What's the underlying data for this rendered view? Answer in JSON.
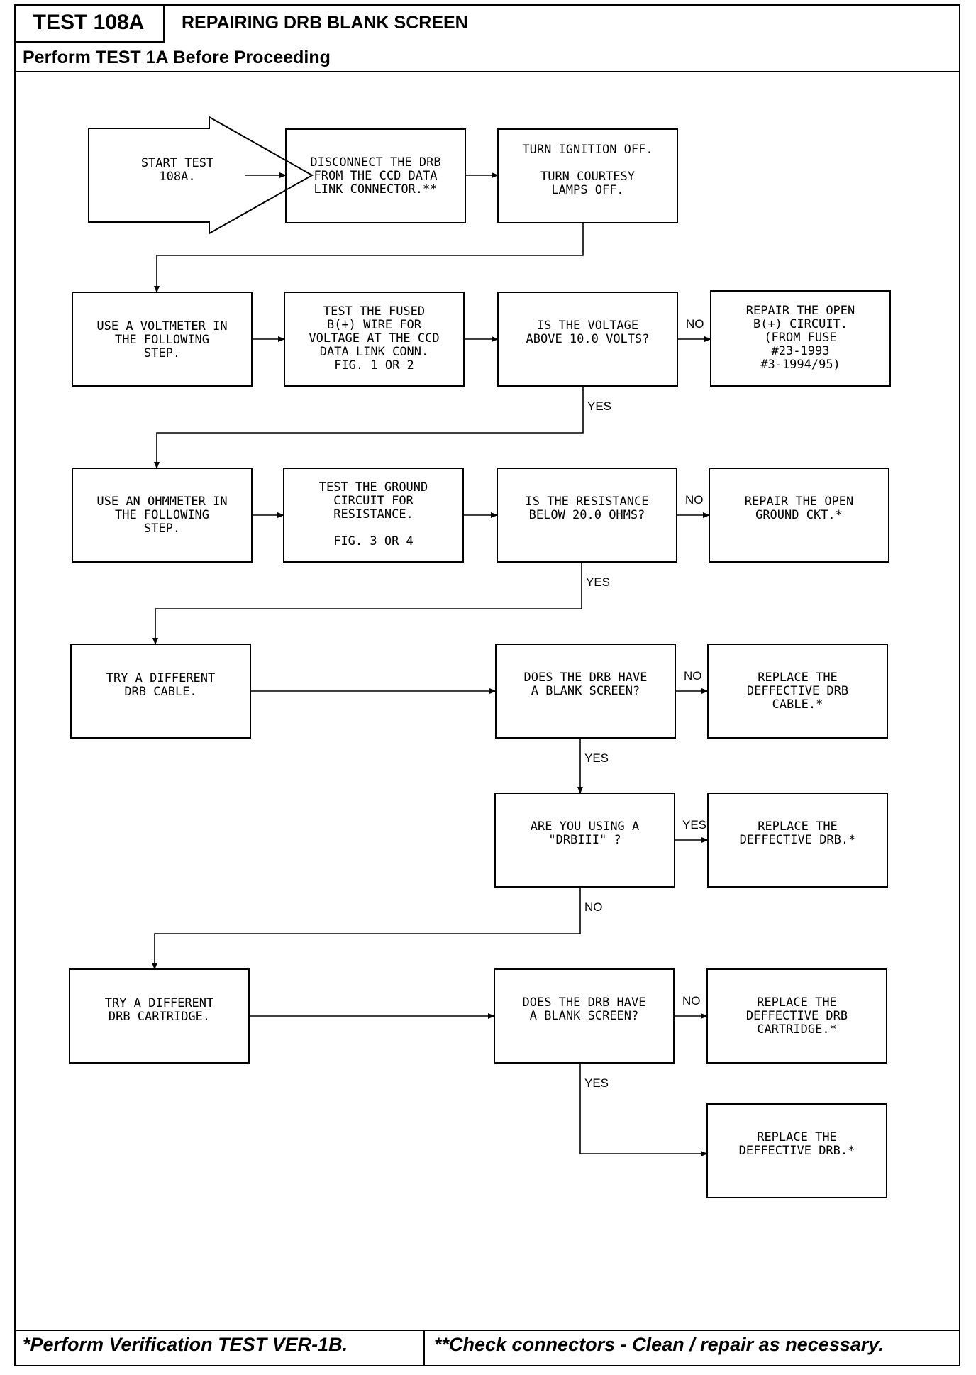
{
  "header": {
    "test_id": "TEST 108A",
    "title": "REPAIRING DRB BLANK SCREEN",
    "subtitle": "Perform TEST 1A Before Proceeding"
  },
  "footer": {
    "left": "*Perform Verification TEST VER-1B.",
    "right": "**Check connectors - Clean / repair as necessary."
  },
  "nodes": {
    "start": [
      "START TEST",
      "108A."
    ],
    "disconnect": [
      "DISCONNECT THE DRB",
      "FROM THE CCD DATA",
      "LINK CONNECTOR.**"
    ],
    "ignition": [
      "TURN IGNITION OFF.",
      "",
      "TURN COURTESY",
      "LAMPS OFF."
    ],
    "voltmeter": [
      "USE A VOLTMETER IN",
      "THE FOLLOWING",
      "STEP."
    ],
    "fused": [
      "TEST THE FUSED",
      "B(+) WIRE FOR",
      "VOLTAGE AT THE CCD",
      "DATA LINK CONN.",
      "FIG. 1 OR 2"
    ],
    "voltage_q": [
      "IS THE VOLTAGE",
      "ABOVE 10.0 VOLTS?"
    ],
    "repair_b": [
      "REPAIR THE OPEN",
      "B(+) CIRCUIT.",
      "(FROM FUSE",
      "#23-1993",
      "#3-1994/95)"
    ],
    "ohmmeter": [
      "USE AN OHMMETER IN",
      "THE FOLLOWING",
      "STEP."
    ],
    "ground": [
      "TEST THE GROUND",
      "CIRCUIT FOR",
      "RESISTANCE.",
      "",
      "FIG. 3 OR 4"
    ],
    "resist_q": [
      "IS THE RESISTANCE",
      "BELOW 20.0 OHMS?"
    ],
    "repair_g": [
      "REPAIR THE OPEN",
      "GROUND CKT.*"
    ],
    "cable": [
      "TRY A DIFFERENT",
      "DRB CABLE."
    ],
    "blank_q1": [
      "DOES THE DRB HAVE",
      "A BLANK SCREEN?"
    ],
    "replace_cable": [
      "REPLACE THE",
      "DEFFECTIVE DRB",
      "CABLE.*"
    ],
    "drbiii_q": [
      "ARE YOU USING A",
      "\"DRBIII\" ?"
    ],
    "replace_drb1": [
      "REPLACE THE",
      "DEFFECTIVE DRB.*"
    ],
    "cartridge": [
      "TRY A DIFFERENT",
      "DRB CARTRIDGE."
    ],
    "blank_q2": [
      "DOES THE DRB HAVE",
      "A BLANK SCREEN?"
    ],
    "replace_cart": [
      "REPLACE THE",
      "DEFFECTIVE DRB",
      "CARTRIDGE.*"
    ],
    "replace_drb2": [
      "REPLACE THE",
      "DEFFECTIVE DRB.*"
    ]
  },
  "edge_labels": {
    "no": "NO",
    "yes": "YES"
  }
}
